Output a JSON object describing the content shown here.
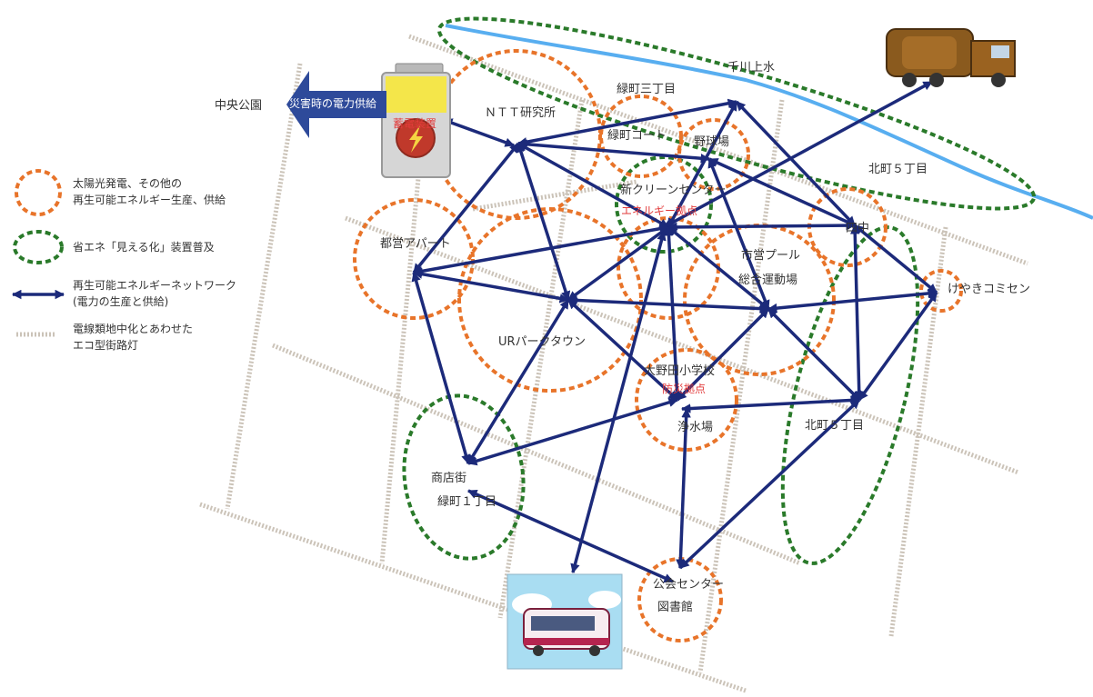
{
  "legend": {
    "solar": [
      "太陽光発電、その他の",
      "再生可能エネルギー生産、供給"
    ],
    "visual": "省エネ「見える化」装置普及",
    "network": [
      "再生可能エネルギーネットワーク",
      "(電力の生産と供給)"
    ],
    "streetlight": [
      "電線類地中化とあわせた",
      "エコ型街路灯"
    ]
  },
  "colors": {
    "orange": "#e8742a",
    "green": "#2a7a2a",
    "navy": "#1c2a7a",
    "river": "#58aef0",
    "street": "#c9c1b6"
  },
  "places": {
    "chuo_koen": "中央公園",
    "emergency_power": "災害時の電力供給",
    "storage": "蓄電装置",
    "ntt": "ＮＴＴ研究所",
    "midori3": "緑町三丁目",
    "senkawa": "千川上水",
    "midori_court": "緑町コート",
    "yakyujo": "野球場",
    "kitamachi5_top": "北町５丁目",
    "clean_center": "新クリーンセンター",
    "energy_base": "エネルギー拠点",
    "toei_apart": "都営アパート",
    "kaichu": "四中",
    "shiei_pool": "市営プール",
    "sogo_undojo": "総合運動場",
    "hiyaki": "けやきコミセン",
    "ur_park": "URパークタウン",
    "oono_school": "大野田小学校",
    "bousai_kyoten": "防災拠点",
    "josuijo": "浄水場",
    "kitamachi5_bottom": "北町５丁目",
    "shotengai": "商店街",
    "midori1": "緑町１丁目",
    "kominkan": "公会センター",
    "toshokan": "図書館"
  }
}
